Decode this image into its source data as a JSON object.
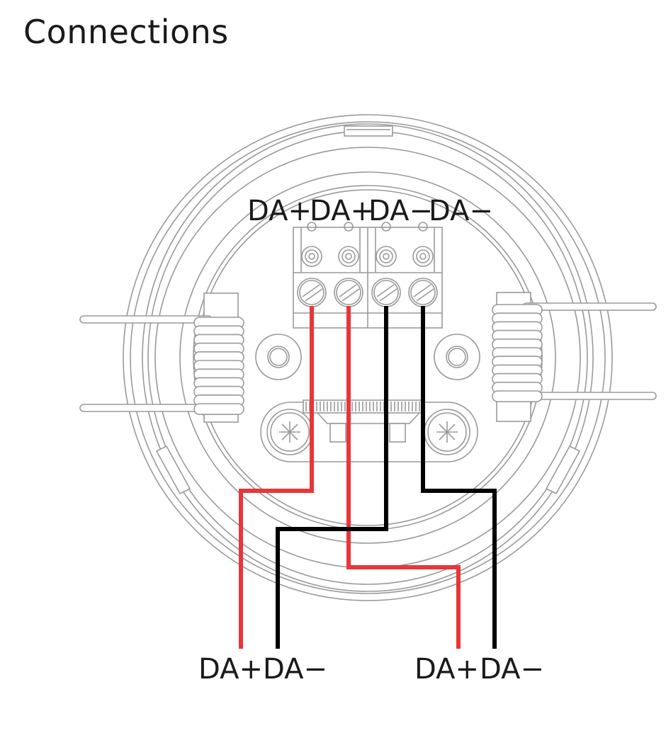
{
  "title": "Connections",
  "colors": {
    "positive_wire": "#e8363a",
    "negative_wire": "#000000",
    "outline": "#9a9a9a",
    "text": "#1a1a1a"
  },
  "terminal_block": {
    "labels": [
      "DA+",
      "DA+",
      "DA−",
      "DA−"
    ]
  },
  "outputs": [
    {
      "labels": [
        "DA+",
        "DA−"
      ]
    },
    {
      "labels": [
        "DA+",
        "DA−"
      ]
    }
  ],
  "wires": [
    {
      "name": "wire-da-plus-1",
      "terminal": 1,
      "polarity": "positive",
      "output_group": 1,
      "output_label": "DA+"
    },
    {
      "name": "wire-da-plus-2",
      "terminal": 2,
      "polarity": "positive",
      "output_group": 2,
      "output_label": "DA+"
    },
    {
      "name": "wire-da-minus-1",
      "terminal": 3,
      "polarity": "negative",
      "output_group": 1,
      "output_label": "DA−"
    },
    {
      "name": "wire-da-minus-2",
      "terminal": 4,
      "polarity": "negative",
      "output_group": 2,
      "output_label": "DA−"
    }
  ]
}
